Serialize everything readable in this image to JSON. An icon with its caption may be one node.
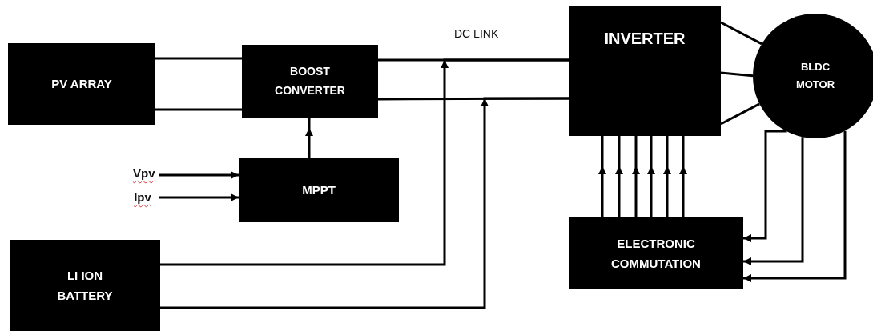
{
  "diagram": {
    "nodes": [
      {
        "text": [
          "PV ARRAY"
        ]
      },
      {
        "text": [
          "BOOST CONVERTER"
        ]
      },
      {
        "text": [
          "MPPT"
        ]
      },
      {
        "text": [
          "Vpv"
        ]
      },
      {
        "text": [
          "Ipv"
        ]
      },
      {
        "text": [
          "LI ION BATTERY"
        ]
      },
      {
        "text": [
          "INVERTER"
        ]
      },
      {
        "text": [
          "BLDC MOTOR"
        ]
      },
      {
        "text": [
          "ELECTRONIC COMMUTATION"
        ]
      }
    ],
    "edges": [
      {
        "from": 0,
        "to": 1,
        "arrow": "none"
      },
      {
        "from": 0,
        "to": 1,
        "arrow": "none"
      },
      {
        "from": 1,
        "to": 6,
        "arrow": "none"
      },
      {
        "from": 1,
        "to": 6,
        "arrow": "none"
      },
      {
        "from": 5,
        "to": 6,
        "arrow": "to"
      },
      {
        "from": 5,
        "to": 6,
        "arrow": "to"
      },
      {
        "from": 2,
        "to": 1,
        "arrow": "to"
      },
      {
        "from": 3,
        "to": 2,
        "arrow": "to"
      },
      {
        "from": 4,
        "to": 2,
        "arrow": "to"
      },
      {
        "from": 6,
        "to": 7,
        "arrow": "none"
      },
      {
        "from": 6,
        "to": 7,
        "arrow": "none"
      },
      {
        "from": 6,
        "to": 7,
        "arrow": "none"
      },
      {
        "from": 8,
        "to": 6,
        "arrow": "to"
      },
      {
        "from": 8,
        "to": 6,
        "arrow": "to"
      },
      {
        "from": 8,
        "to": 6,
        "arrow": "to"
      },
      {
        "from": 8,
        "to": 6,
        "arrow": "to"
      },
      {
        "from": 8,
        "to": 6,
        "arrow": "to"
      },
      {
        "from": 8,
        "to": 6,
        "arrow": "to"
      },
      {
        "from": 7,
        "to": 8,
        "arrow": "to"
      },
      {
        "from": 7,
        "to": 8,
        "arrow": "to"
      },
      {
        "from": 7,
        "to": 8,
        "arrow": "to"
      }
    ],
    "labels": [
      "DC LINK"
    ]
  }
}
